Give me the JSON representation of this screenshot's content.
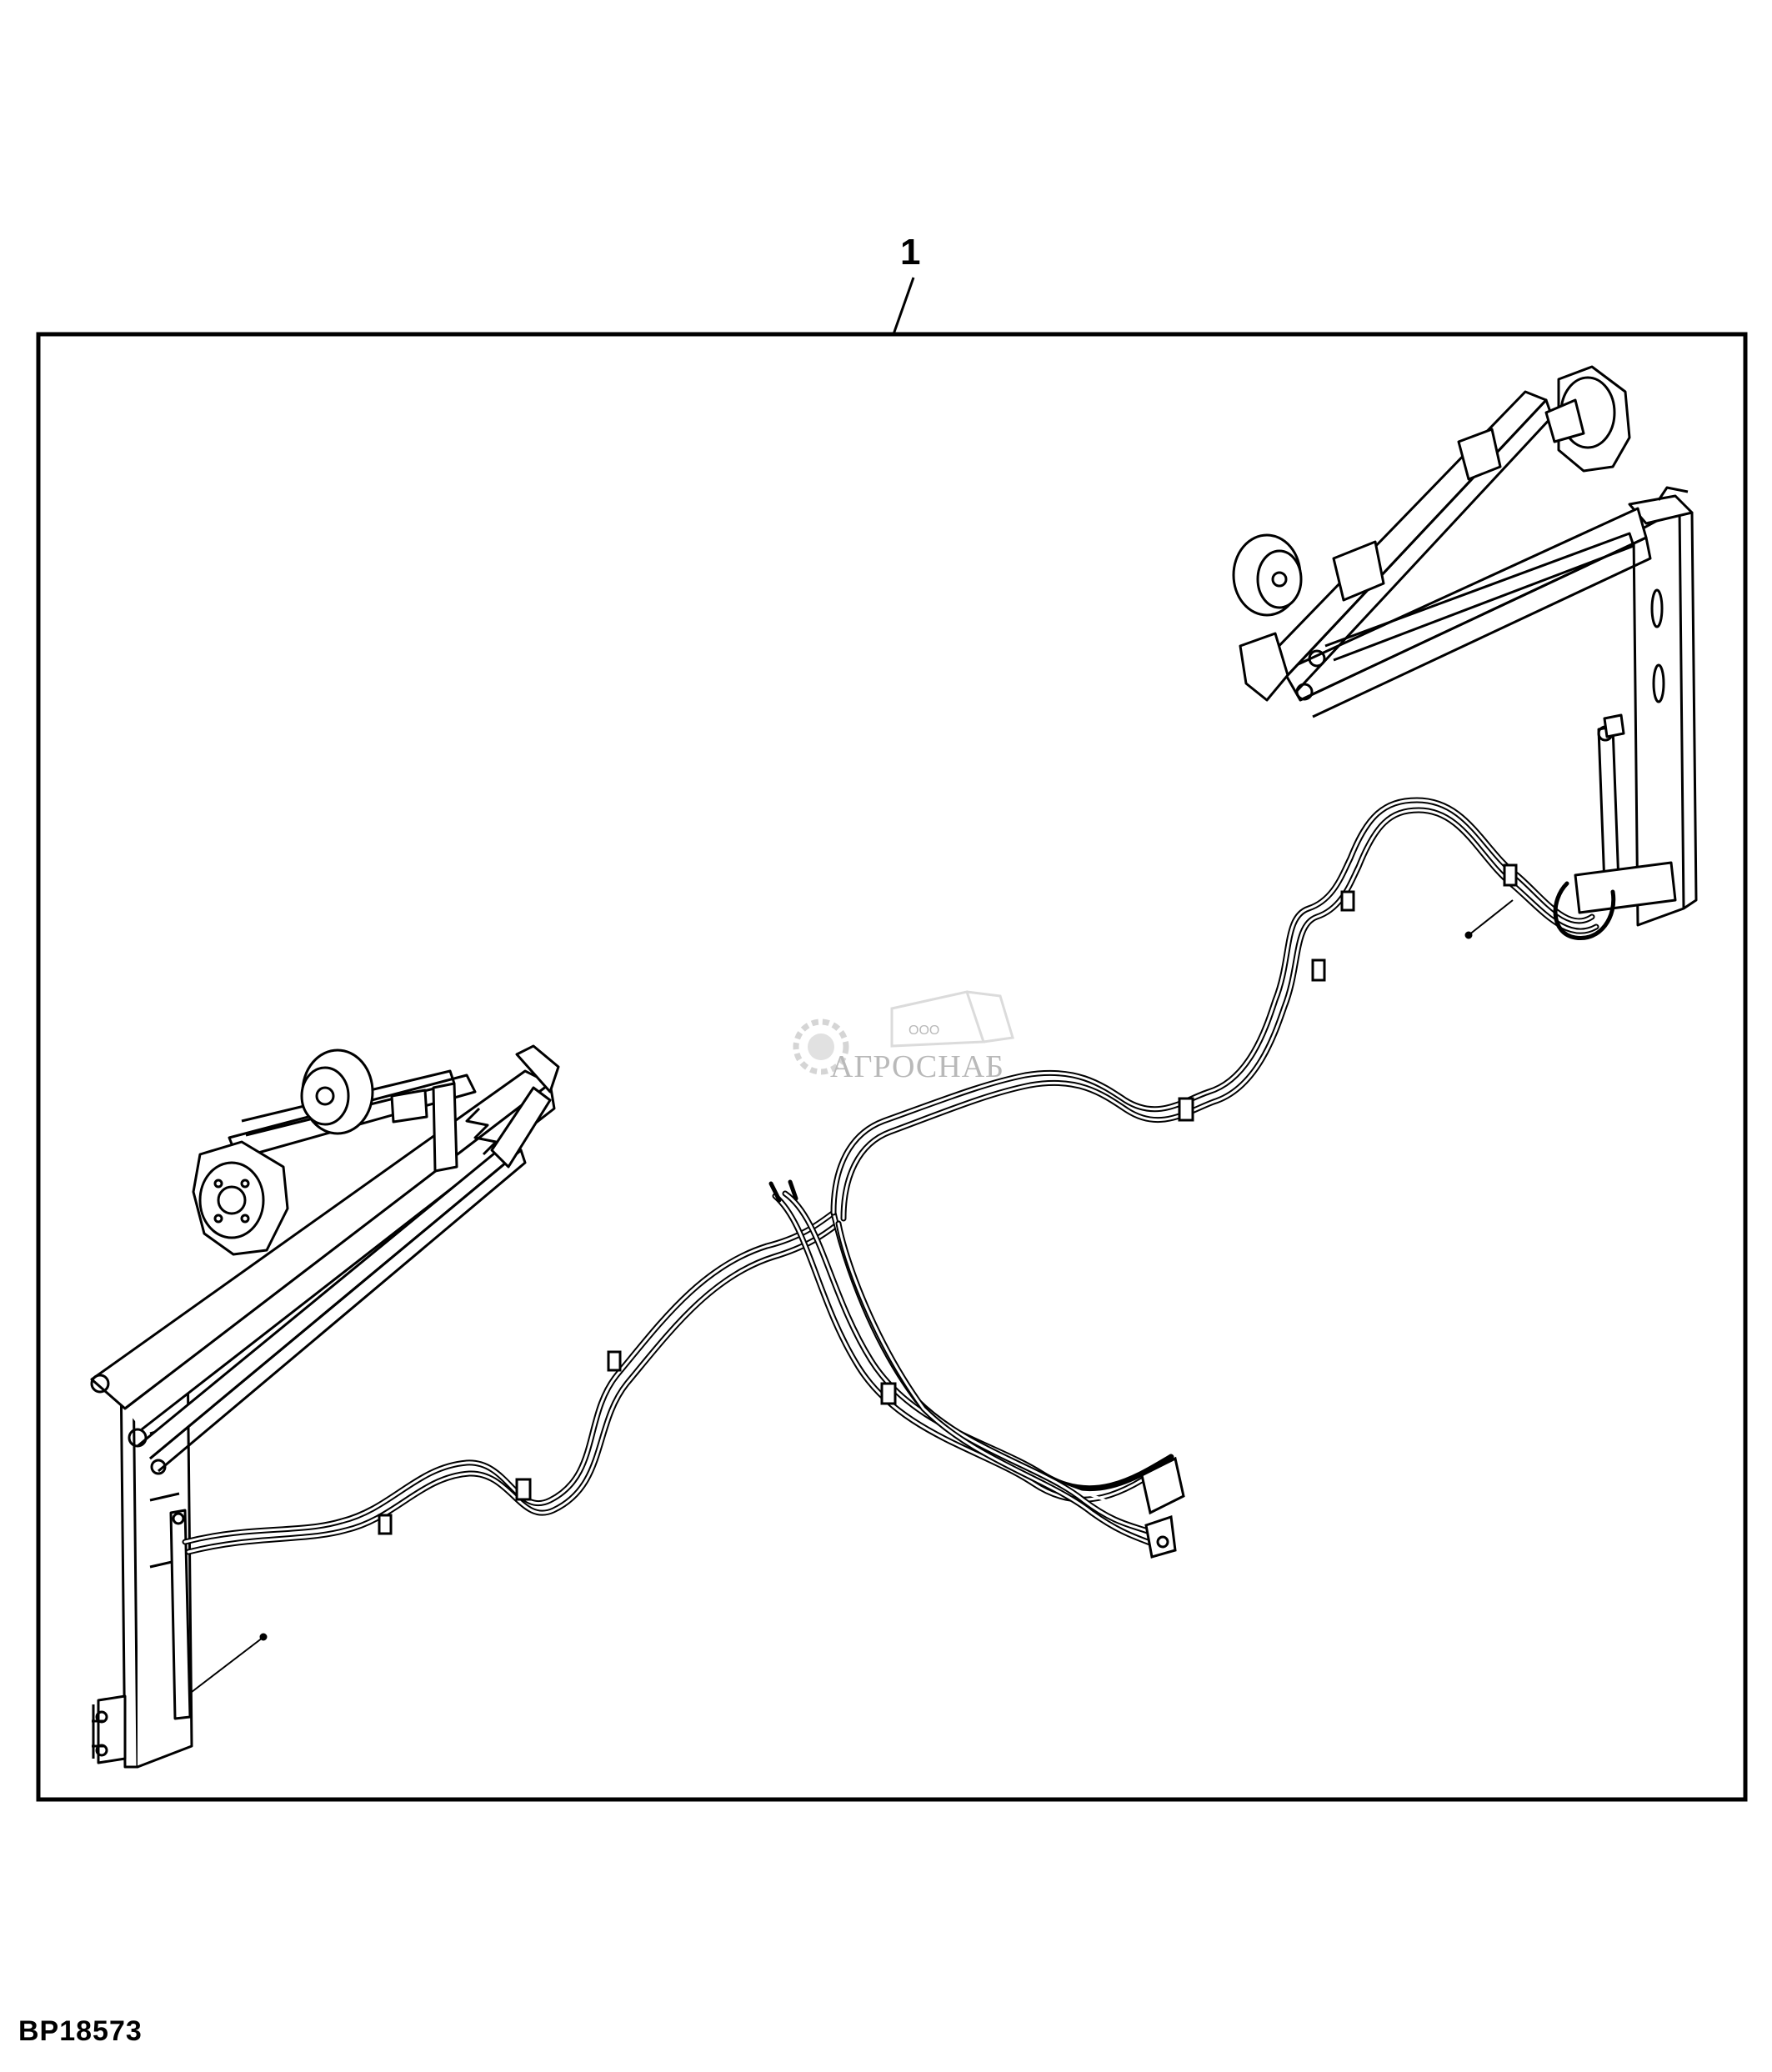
{
  "diagram": {
    "callout_number": "1",
    "figure_id": "BP18573"
  },
  "watermark": {
    "brand": "АГРОСНАБ",
    "prefix": "ООО"
  }
}
